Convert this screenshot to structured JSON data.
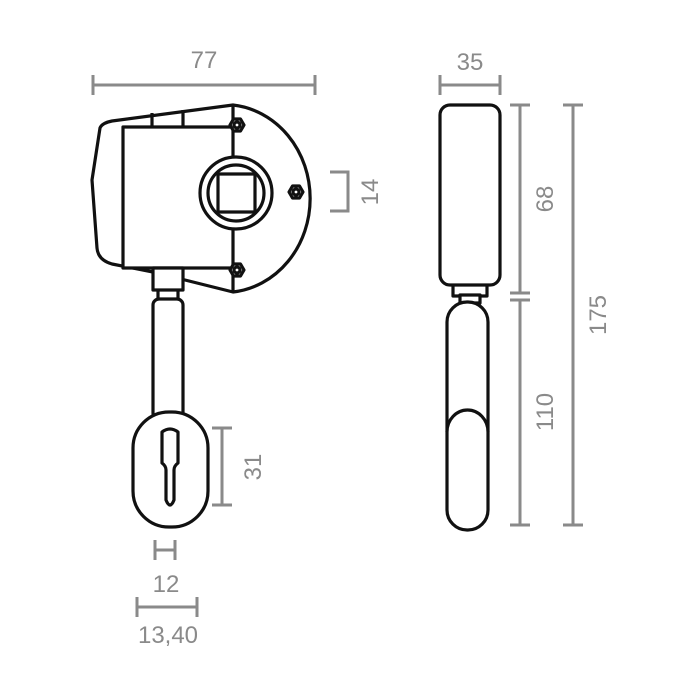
{
  "dimensions": {
    "width": "77",
    "hub_offset": "14",
    "eye_length": "31",
    "slot_width": "12",
    "eye_width": "13,40",
    "depth": "35",
    "body_height": "68",
    "handle_length": "110",
    "total_height": "175"
  },
  "colors": {
    "outline": "#111111",
    "dimension": "#8a8a8a"
  }
}
